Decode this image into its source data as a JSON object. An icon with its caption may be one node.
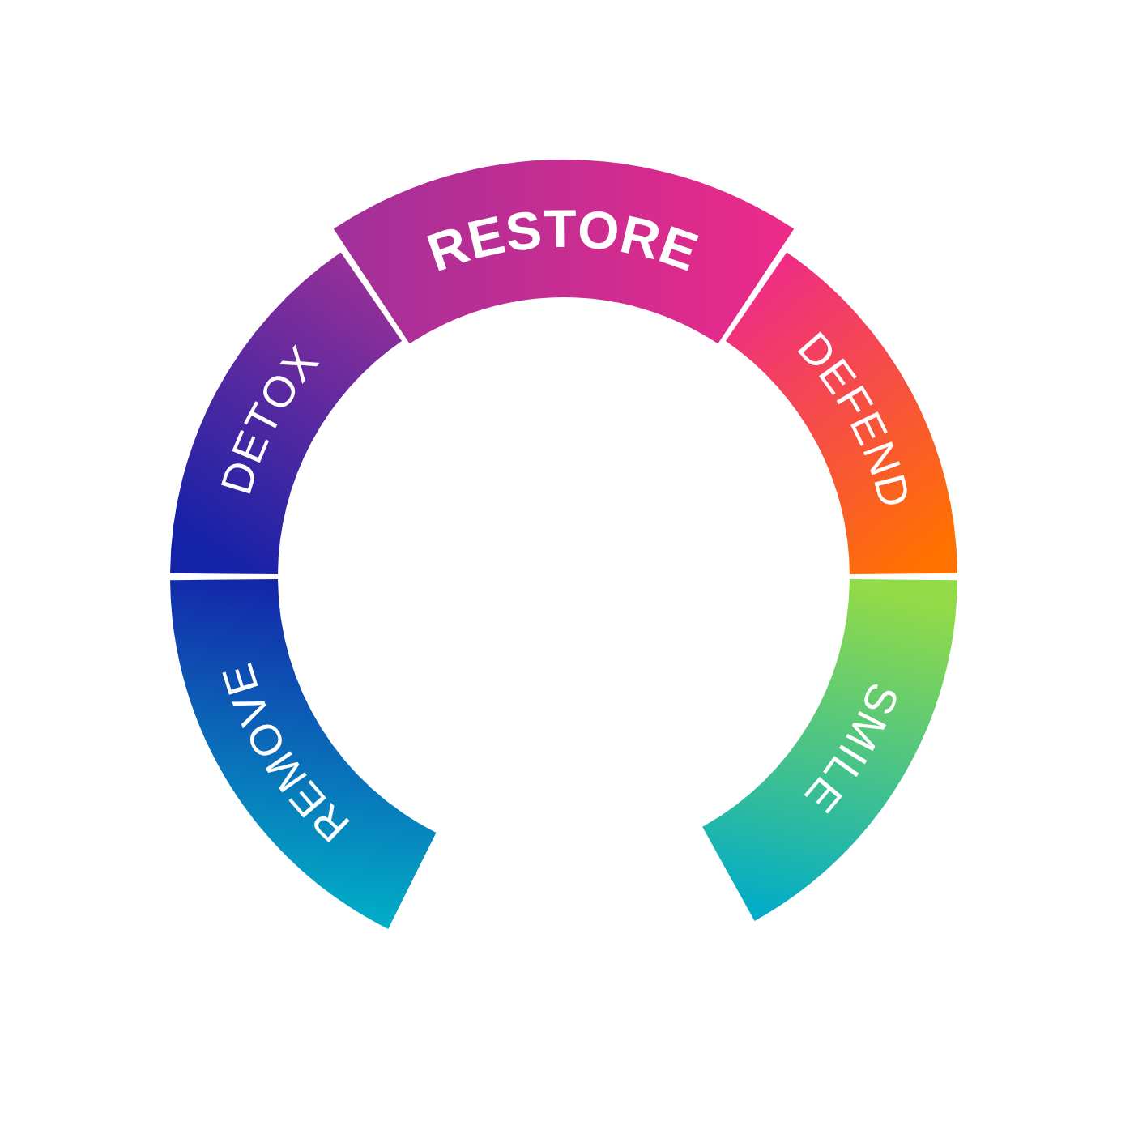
{
  "diagram": {
    "nodes": [
      {
        "text": [
          "REMOVE"
        ]
      },
      {
        "text": [
          "DETOX"
        ]
      },
      {
        "text": [
          "RESTORE"
        ]
      },
      {
        "text": [
          "DEFEND"
        ]
      },
      {
        "text": [
          "SMILE"
        ]
      }
    ]
  }
}
